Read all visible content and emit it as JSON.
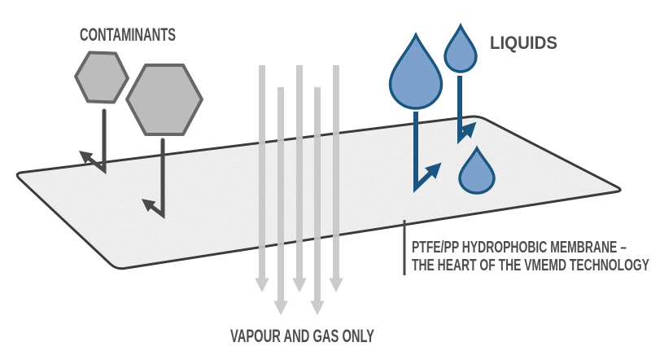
{
  "diagram": {
    "labels": {
      "contaminants": "CONTAMINANTS",
      "liquids": "LIQUIDS",
      "membrane_line1": "PTFE/PP HYDROPHOBIC MEMBRANE –",
      "membrane_line2": "THE HEART OF THE VMEMD TECHNOLOGY",
      "vapour": "VAPOUR AND GAS ONLY"
    },
    "shapes": {
      "contaminant_hexagons": 2,
      "liquid_droplets": 3,
      "vapour_arrows": 5,
      "contaminant_deflection_arrows": 2,
      "liquid_deflection_arrows": 2
    }
  },
  "colors": {
    "background": "#ffffff",
    "text": "#4d4d4d",
    "membrane_fill": "#f4f4f4",
    "membrane_outline": "#3a3a3a",
    "hexagon_fill": "#bcbcbc",
    "hexagon_stroke": "#676767",
    "contaminant_arrow": "#4a4a4a",
    "droplet_fill": "#7ba1cc",
    "droplet_stroke": "#1a567f",
    "vapour_arrow": "#c7c7c7"
  }
}
